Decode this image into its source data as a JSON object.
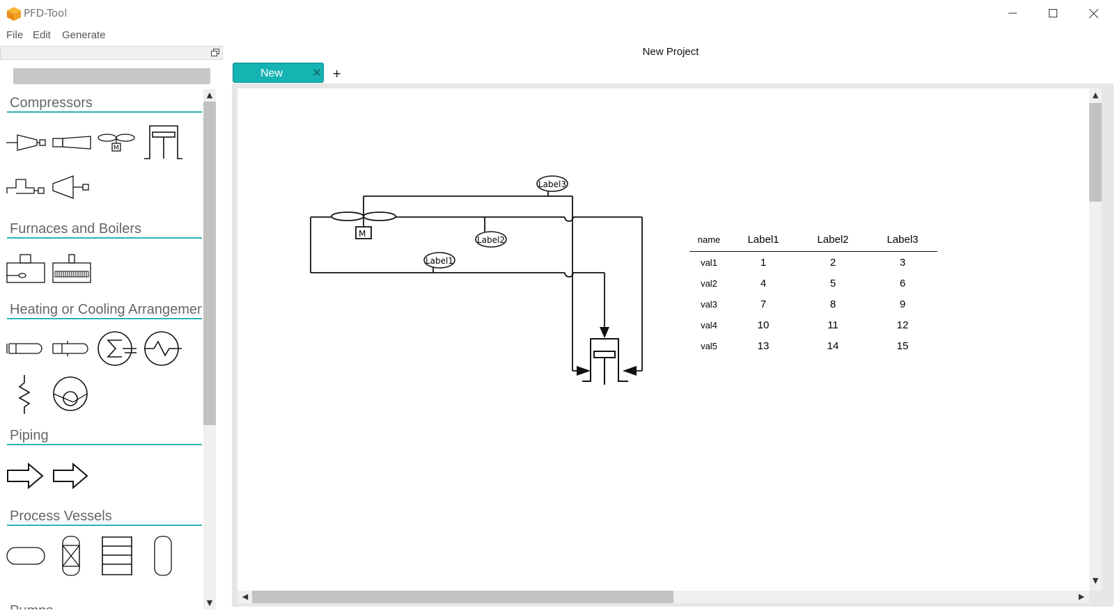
{
  "app": {
    "title": "PFD-Tool"
  },
  "menu": [
    "File",
    "Edit",
    "Generate"
  ],
  "palette": {
    "categories": [
      {
        "title": "Compressors"
      },
      {
        "title": "Furnaces and Boilers"
      },
      {
        "title": "Heating or Cooling Arrangements"
      },
      {
        "title": "Piping"
      },
      {
        "title": "Process Vessels"
      },
      {
        "title": "Pumps"
      }
    ]
  },
  "project": {
    "title": "New Project"
  },
  "tabs": [
    {
      "label": "New",
      "close": "✕"
    }
  ],
  "tab_add": "+",
  "diagram": {
    "labels": [
      "Label1",
      "Label2",
      "Label3"
    ],
    "motor_letter": "M",
    "table": {
      "headers": [
        "name",
        "Label1",
        "Label2",
        "Label3"
      ],
      "rows": [
        [
          "val1",
          "1",
          "2",
          "3"
        ],
        [
          "val2",
          "4",
          "5",
          "6"
        ],
        [
          "val3",
          "7",
          "8",
          "9"
        ],
        [
          "val4",
          "10",
          "11",
          "12"
        ],
        [
          "val5",
          "13",
          "14",
          "15"
        ]
      ]
    }
  },
  "colors": {
    "accent": "#16b3b3",
    "category_line": "#2bb3b3"
  }
}
